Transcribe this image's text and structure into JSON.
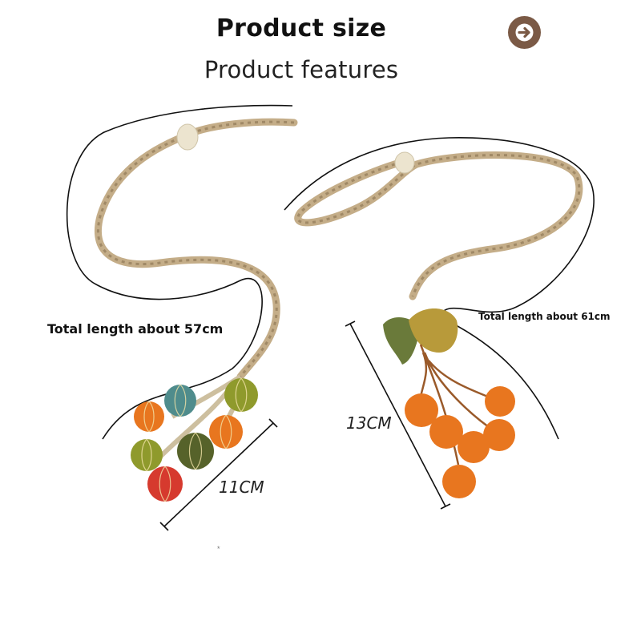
{
  "header": {
    "title": "Product size",
    "subtitle": "Product features"
  },
  "nav": {
    "next_icon": "arrow-right-circle-icon"
  },
  "products": {
    "left": {
      "length_label": "Total length about 57cm",
      "size_label": "11CM"
    },
    "right": {
      "length_label": "Total length about 61cm",
      "size_label": "13CM"
    }
  },
  "footnote": "*",
  "colors": {
    "button": "#7b5a46",
    "rope": "#c4ad88",
    "orange": "#e8761f",
    "red": "#d63a2e",
    "teal": "#4f8c8c",
    "olive": "#8f9a2c",
    "leaf_yellow": "#b89a3a",
    "leaf_green": "#6a7a3a"
  }
}
